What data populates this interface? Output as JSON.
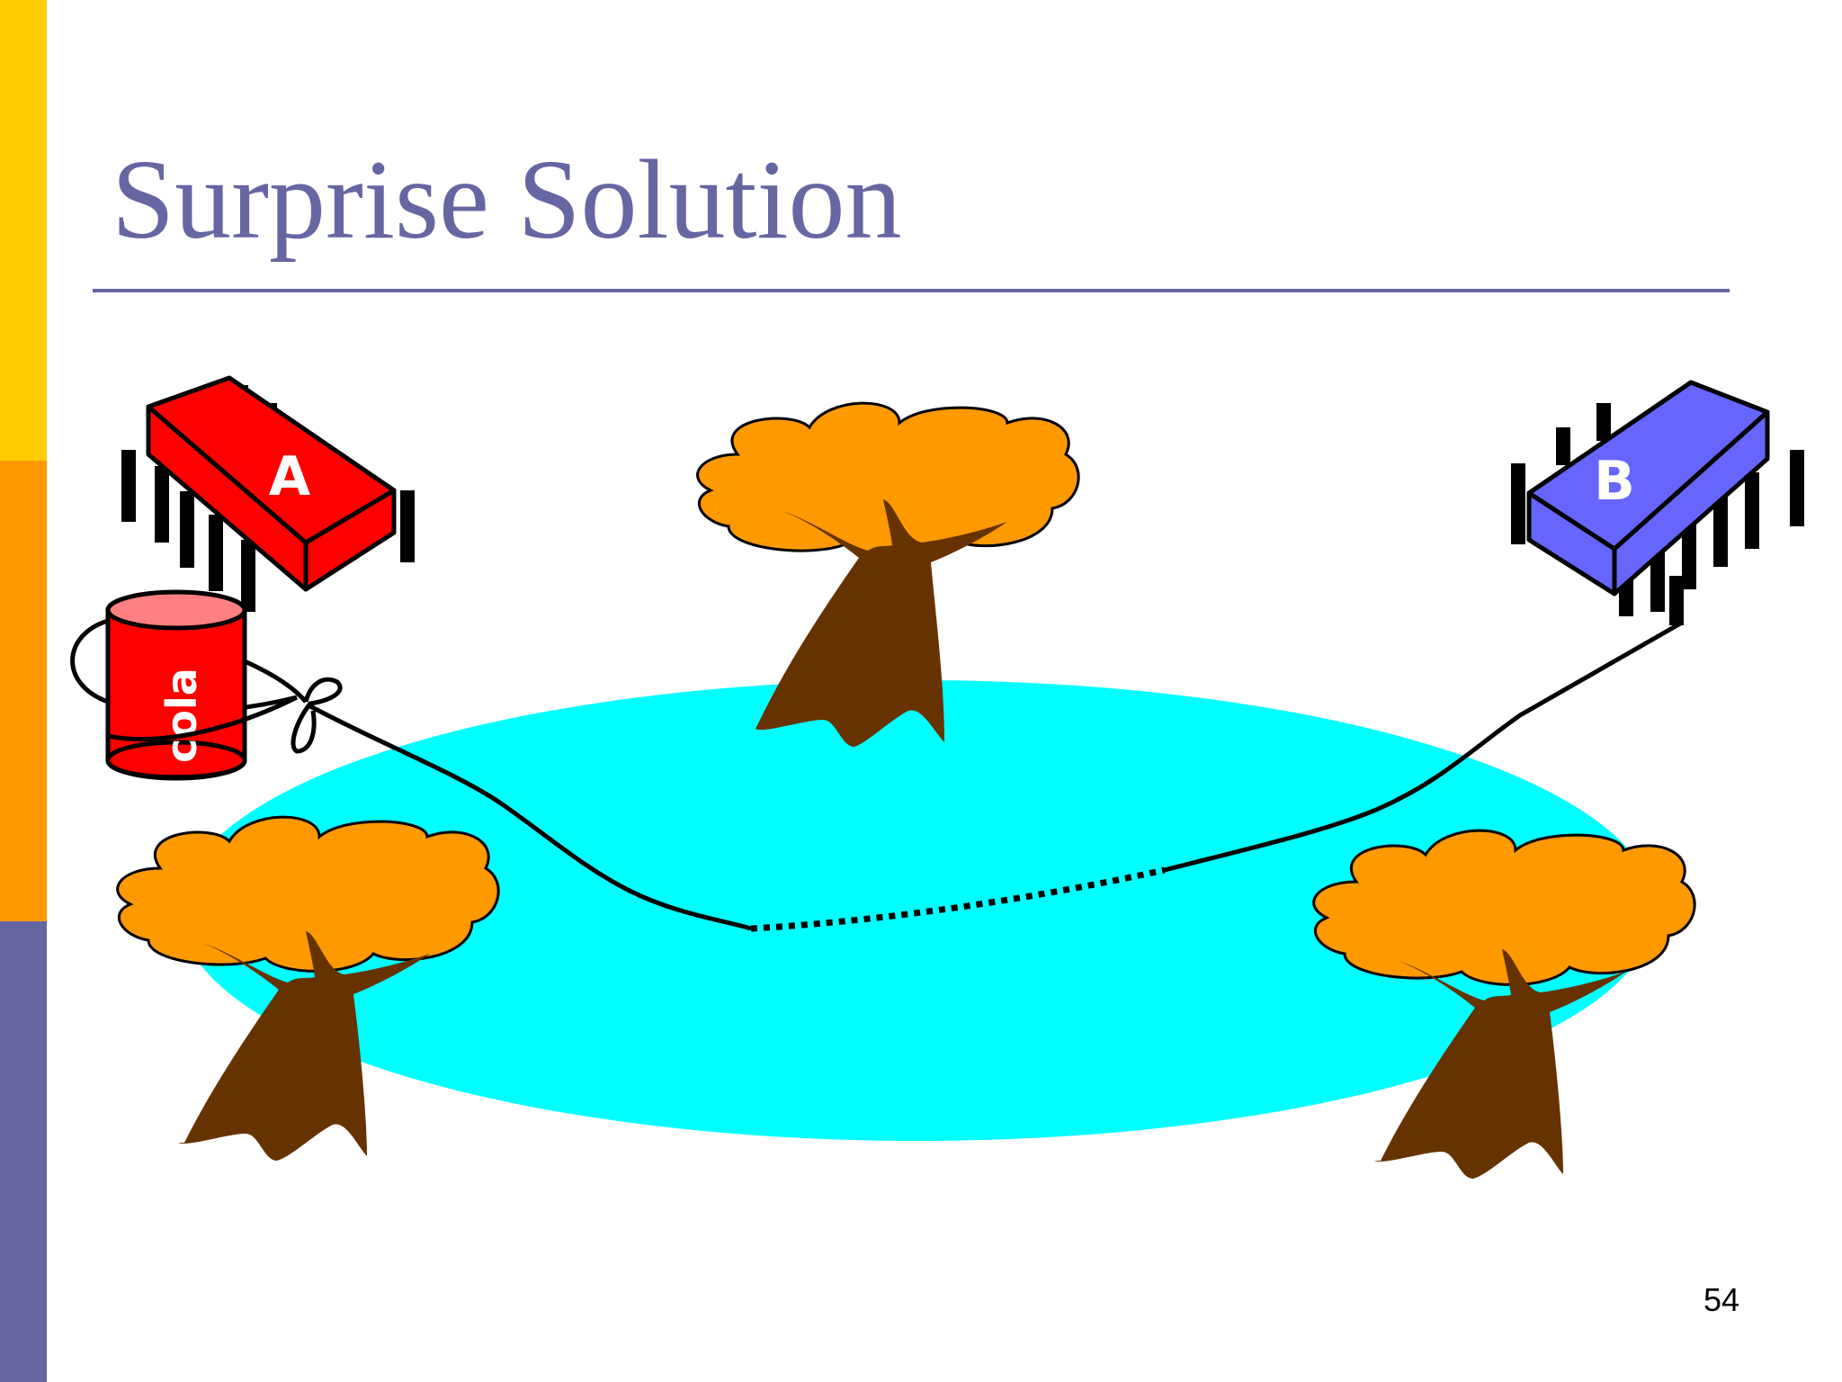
{
  "slide": {
    "title": "Surprise Solution",
    "page_number": "54"
  },
  "side_bar": {
    "colors": [
      "#ffcc00",
      "#ff9900",
      "#6666a3"
    ]
  },
  "robots": [
    {
      "label": "A",
      "color": "#ff0000"
    },
    {
      "label": "B",
      "color": "#6666ff"
    }
  ],
  "can": {
    "label": "cola",
    "color": "#ff0000",
    "top_color": "#ff8080"
  },
  "pond": {
    "color": "#00ffff"
  },
  "trees": {
    "canopy_color": "#ff9900",
    "trunk_color": "#663300",
    "count": 3
  }
}
